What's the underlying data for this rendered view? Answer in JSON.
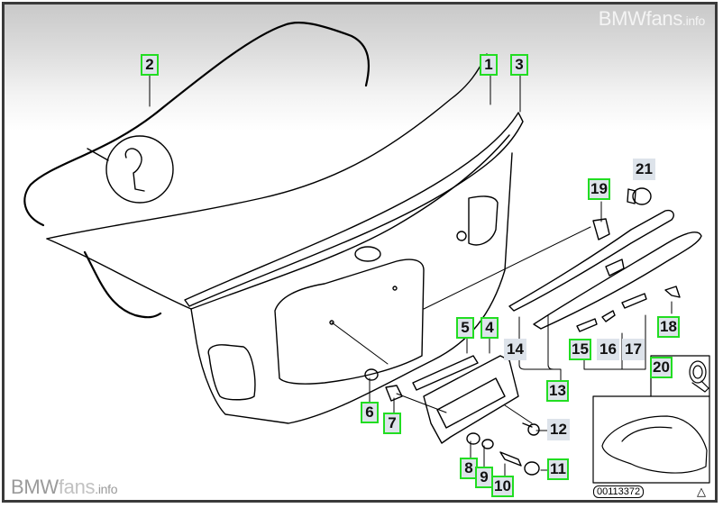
{
  "watermark": {
    "brand": "BMW",
    "site": "fans",
    "tld": ".info"
  },
  "diagram": {
    "id_label": "00113372",
    "warning_symbol": "△",
    "accent_highlight": "#22dd22",
    "callout_bg": "#dde3ea"
  },
  "callouts": [
    {
      "num": "1",
      "highlighted": true
    },
    {
      "num": "2",
      "highlighted": true
    },
    {
      "num": "3",
      "highlighted": true
    },
    {
      "num": "4",
      "highlighted": true
    },
    {
      "num": "5",
      "highlighted": true
    },
    {
      "num": "6",
      "highlighted": true
    },
    {
      "num": "7",
      "highlighted": true
    },
    {
      "num": "8",
      "highlighted": true
    },
    {
      "num": "9",
      "highlighted": true
    },
    {
      "num": "10",
      "highlighted": true
    },
    {
      "num": "11",
      "highlighted": true
    },
    {
      "num": "12",
      "highlighted": false
    },
    {
      "num": "13",
      "highlighted": true
    },
    {
      "num": "14",
      "highlighted": false
    },
    {
      "num": "15",
      "highlighted": true
    },
    {
      "num": "16",
      "highlighted": false
    },
    {
      "num": "17",
      "highlighted": false
    },
    {
      "num": "18",
      "highlighted": true
    },
    {
      "num": "19",
      "highlighted": true
    },
    {
      "num": "20",
      "highlighted": true
    },
    {
      "num": "21",
      "highlighted": false
    }
  ]
}
